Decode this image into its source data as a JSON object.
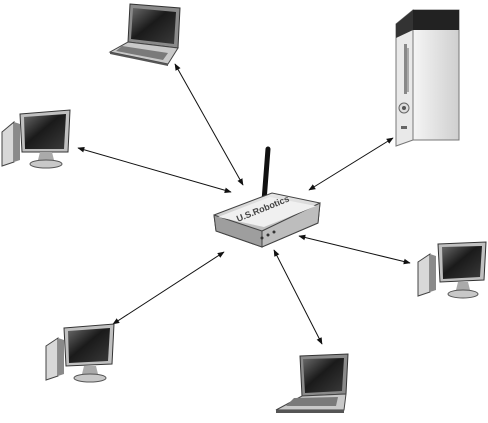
{
  "diagram": {
    "hub": {
      "kind": "wireless-router",
      "brand_text": "U.S.Robotics"
    },
    "nodes": [
      {
        "id": "laptop-top",
        "kind": "laptop"
      },
      {
        "id": "console-top-right",
        "kind": "game-console"
      },
      {
        "id": "desktop-left",
        "kind": "desktop-computer"
      },
      {
        "id": "desktop-right",
        "kind": "desktop-computer"
      },
      {
        "id": "desktop-bottom-left",
        "kind": "desktop-computer"
      },
      {
        "id": "laptop-bottom",
        "kind": "laptop"
      }
    ],
    "connections": [
      {
        "from": "hub",
        "to": "laptop-top",
        "style": "double-arrow"
      },
      {
        "from": "hub",
        "to": "console-top-right",
        "style": "double-arrow"
      },
      {
        "from": "hub",
        "to": "desktop-left",
        "style": "double-arrow"
      },
      {
        "from": "hub",
        "to": "desktop-right",
        "style": "double-arrow"
      },
      {
        "from": "hub",
        "to": "desktop-bottom-left",
        "style": "double-arrow"
      },
      {
        "from": "hub",
        "to": "laptop-bottom",
        "style": "double-arrow"
      }
    ],
    "colors": {
      "line": "#111111",
      "device_body": "#bdbdbd",
      "screen": "#2a2a2a"
    }
  }
}
